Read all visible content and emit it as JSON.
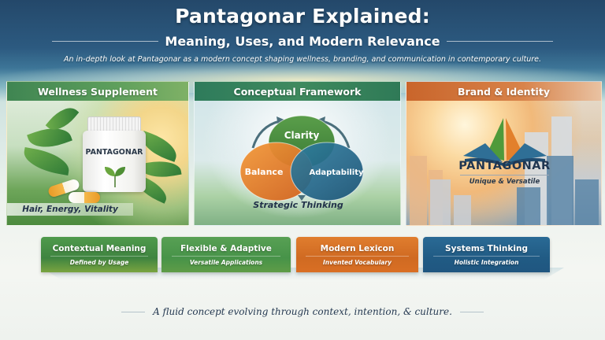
{
  "header": {
    "title": "Pantagonar Explained:",
    "subtitle": "Meaning, Uses, and Modern Relevance",
    "tagline": "An in-depth look at Pantagonar as a modern concept shaping wellness, branding, and communication in contemporary culture."
  },
  "panels": [
    {
      "title": "Wellness Supplement",
      "bottle_label": "PANTAGONAR",
      "caption": "Hair, Energy, Vitality",
      "accent": "#3f8552"
    },
    {
      "title": "Conceptual Framework",
      "venn": [
        "Clarity",
        "Balance",
        "Adaptability"
      ],
      "venn_colors": [
        "#4a8f3f",
        "#e07a25",
        "#1f6a8c"
      ],
      "caption": "Strategic Thinking",
      "accent": "#2e7b5b"
    },
    {
      "title": "Brand & Identity",
      "brand_name": "PANTAGONAR",
      "caption": "Unique & Versatile",
      "accent": "#c9652b"
    }
  ],
  "cards": [
    {
      "title": "Contextual Meaning",
      "subtitle": "Defined by Usage",
      "color": "#3f8440"
    },
    {
      "title": "Flexible & Adaptive",
      "subtitle": "Versatile Applications",
      "color": "#479349"
    },
    {
      "title": "Modern Lexicon",
      "subtitle": "Invented Vocabulary",
      "color": "#d06a22"
    },
    {
      "title": "Systems Thinking",
      "subtitle": "Holistic Integration",
      "color": "#215b84"
    }
  ],
  "footer": {
    "text": "A fluid concept evolving through context, intention, & culture."
  }
}
